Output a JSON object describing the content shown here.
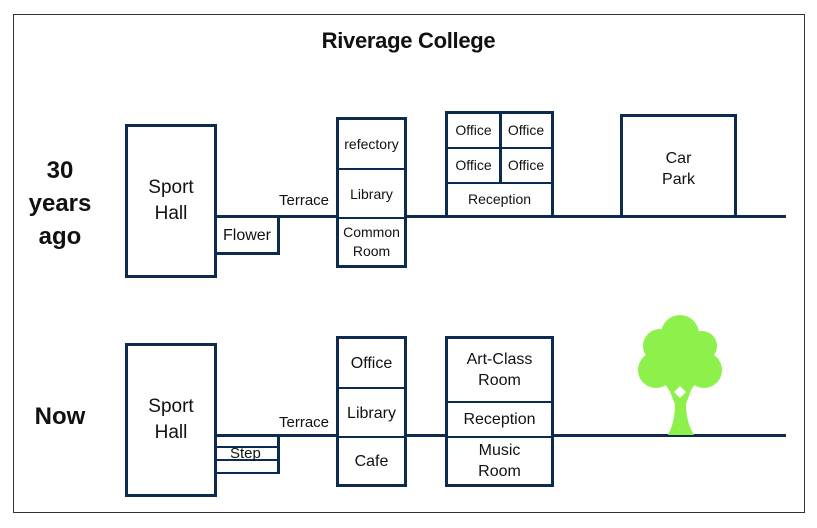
{
  "title": "Riverage College",
  "colors": {
    "line": "#0d2b4f",
    "tree": "#8ef04a",
    "frame": "#333333"
  },
  "past": {
    "label": "30 years ago",
    "label_lines": [
      "30",
      "years",
      "ago"
    ],
    "sport_hall": "Sport Hall",
    "flower": "Flower",
    "terrace": "Terrace",
    "column": [
      "refectory",
      "Library",
      "Common Room"
    ],
    "offices": [
      "Office",
      "Office",
      "Office",
      "Office"
    ],
    "reception": "Reception",
    "car_park": "Car Park"
  },
  "now": {
    "label": "Now",
    "sport_hall": "Sport Hall",
    "step": "Step",
    "terrace": "Terrace",
    "column": [
      "Office",
      "Library",
      "Cafe"
    ],
    "block": [
      "Art-Class Room",
      "Reception",
      "Music Room"
    ],
    "tree": "tree-icon"
  }
}
